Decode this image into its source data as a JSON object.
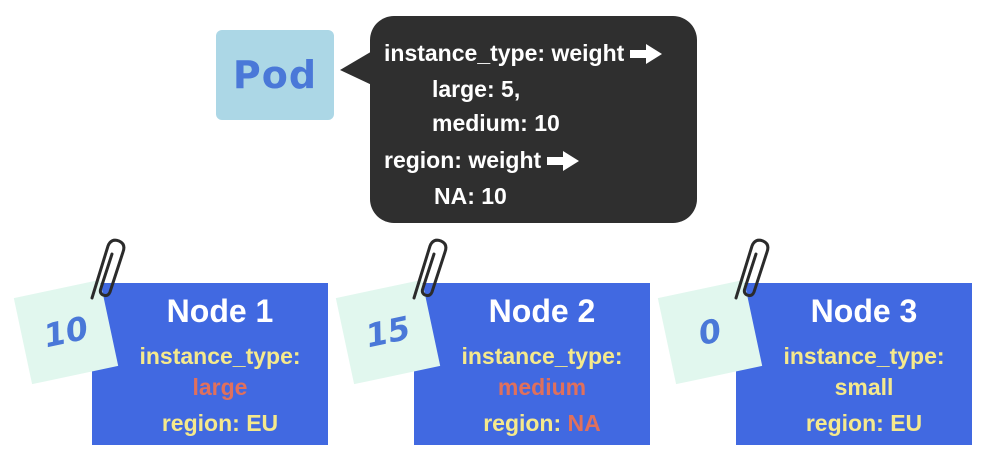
{
  "pod": {
    "label": "Pod"
  },
  "pod_request": {
    "instance_type_header": "instance_type: weight",
    "instance_type_weights": [
      "large: 5,",
      "medium: 10"
    ],
    "region_header": "region: weight",
    "region_weights": [
      "NA: 10"
    ]
  },
  "nodes": [
    {
      "title": "Node 1",
      "instance_type_key": "instance_type:",
      "instance_type_value": "large",
      "region_key": "region:",
      "region_value": "EU",
      "score": "10"
    },
    {
      "title": "Node 2",
      "instance_type_key": "instance_type:",
      "instance_type_value": "medium",
      "region_key": "region:",
      "region_value": "NA",
      "score": "15"
    },
    {
      "title": "Node 3",
      "instance_type_key": "instance_type:",
      "instance_type_value": "small",
      "region_key": "region:",
      "region_value": "EU",
      "score": "0"
    }
  ],
  "colors": {
    "pod_box": "#acd7e6",
    "pod_text": "#4a78d8",
    "bubble": "#2f2f2f",
    "node_fill": "#4169e1",
    "label_yellow": "#f5e98c",
    "match_red": "#e0705c",
    "note_fill": "#e1f7ee",
    "score_text": "#4a78d8"
  }
}
